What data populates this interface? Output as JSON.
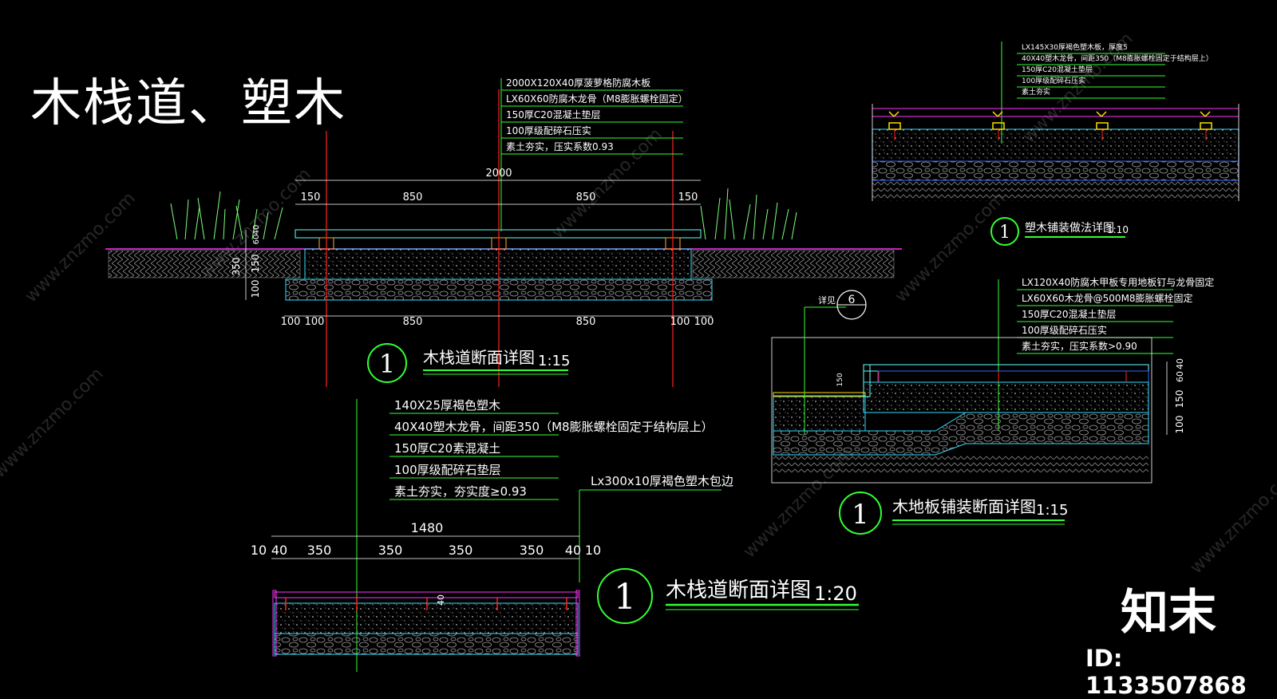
{
  "title": "木栈道、塑木",
  "watermark": {
    "text": "www.znzmo.com",
    "logo_text": "知末",
    "id_label": "ID: 1133507868"
  },
  "detail_a": {
    "number": "1",
    "title": "木栈道断面详图",
    "scale": "1:15",
    "notes": [
      "2000X120X40厚菠萝格防腐木板",
      "LX60X60防腐木龙骨（M8膨胀螺栓固定）",
      "150厚C20混凝土垫层",
      "100厚级配碎石压实",
      "素土夯实，压实系数0.93"
    ],
    "dims_top": {
      "overall": "2000",
      "segments": [
        "150",
        "850",
        "850",
        "150"
      ]
    },
    "dims_bottom": [
      "100",
      "100",
      "850",
      "850",
      "100",
      "100"
    ],
    "dims_side": [
      "350",
      "150",
      "100",
      "60",
      "40"
    ]
  },
  "detail_b": {
    "number": "1",
    "title": "木栈道断面详图",
    "scale": "1:20",
    "notes": [
      "140X25厚褐色塑木",
      "40X40塑木龙骨，间距350（M8膨胀螺栓固定于结构层上）",
      "150厚C20素混凝土",
      "100厚级配碎石垫层",
      "素土夯实，夯实度≥0.93"
    ],
    "edge_note": "Lx300x10厚褐色塑木包边",
    "dims_overall": "1480",
    "dims_segments": [
      "10",
      "40",
      "350",
      "350",
      "350",
      "350",
      "40",
      "10"
    ],
    "dim_inner": "40"
  },
  "detail_c": {
    "number": "1",
    "title": "塑木铺装做法详图",
    "scale": "1:10",
    "notes": [
      "LX145X30厚褐色塑木板，厚度5",
      "40X40塑木龙骨，间距350（M8膨胀螺栓固定于结构层上）",
      "150厚C20混凝土垫层",
      "100厚级配碎石压实",
      "素土夯实"
    ]
  },
  "detail_d": {
    "number": "1",
    "title": "木地板铺装断面详图",
    "scale": "1:15",
    "notes": [
      "LX120X40防腐木甲板专用地板钉与龙骨固定",
      "LX60X60木龙骨@500M8膨胀螺栓固定",
      "150厚C20混凝土垫层",
      "100厚级配碎石压实",
      "素土夯实，压实系数>0.90"
    ],
    "callout_label": "详见",
    "callout_number": "6",
    "dims_side": [
      "60",
      "40",
      "150",
      "100"
    ],
    "dim_step": "150"
  },
  "colors": {
    "background": "#000000",
    "title": "#ffffff",
    "note_text": "#ffffff",
    "leader": "#33ff33",
    "dimension": "#ffffff",
    "axis": "#ff2222",
    "ground": "#ff33ff",
    "cyan": "#33ddff",
    "deck": "#66ffff",
    "fill": "#9a9a9a",
    "watermark": "#6f6f6f"
  }
}
